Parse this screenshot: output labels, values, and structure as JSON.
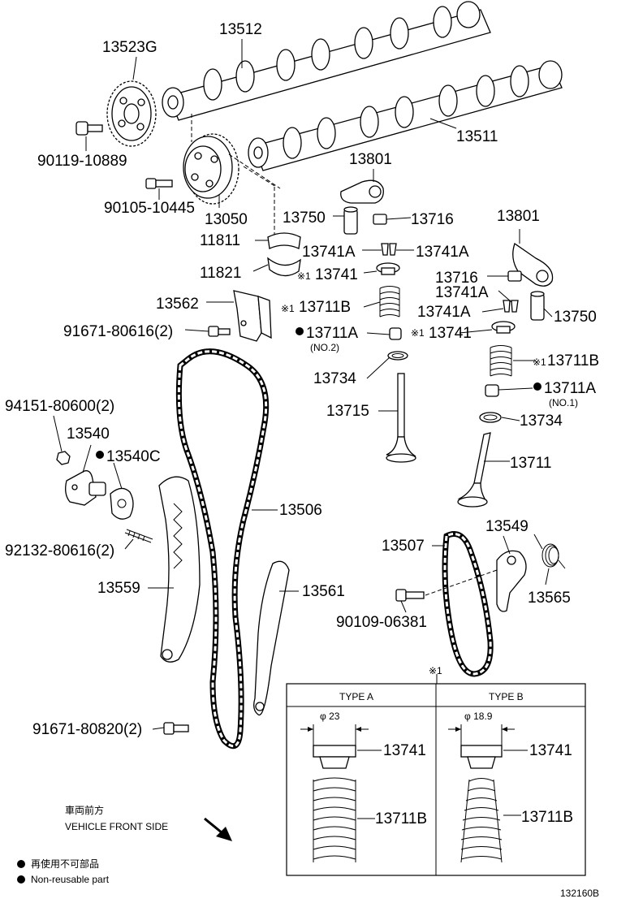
{
  "parts": {
    "camshaft_no2": "13512",
    "cam_sprocket": "13523G",
    "bolt_sprocket": "90119-10889",
    "camshaft_no1": "13511",
    "bolt_vvt": "90105-10445",
    "vvt_gear": "13050",
    "bearing_upper": "11811",
    "bearing_lower": "11821",
    "rocker_upper": "13801",
    "lash_adjuster_upper": "13750",
    "valve_stem_cap_upper": "13716",
    "keeper_upper_left": "13741A",
    "keeper_upper_right": "13741A",
    "retainer_upper": "13741",
    "spring_upper": "13711B",
    "rocker_right": "13801",
    "valve_stem_cap_right": "13716",
    "keeper_right_1": "13741A",
    "keeper_right_2": "13741A",
    "lash_adjuster_right": "13750",
    "chain_damper_2": "13562",
    "bolt_damper_2": "91671-80616(2)",
    "oil_seal_no2": "13711A",
    "no2_note": "(NO.2)",
    "retainer_right": "13741",
    "seat_upper": "13734",
    "spring_right": "13711B",
    "valve_exhaust": "13715",
    "oil_seal_no1": "13711A",
    "no1_note": "(NO.1)",
    "seat_right": "13734",
    "valve_intake": "13711",
    "nut_tensioner": "94151-80600(2)",
    "tensioner": "13540",
    "gasket_tensioner": "13540C",
    "stud_tensioner": "92132-80616(2)",
    "chain_main": "13506",
    "slipper": "13559",
    "damper_main": "13561",
    "chain_no2": "13507",
    "tensioner_arm": "13549",
    "spring_arm": "13565",
    "bolt_arm": "90109-06381",
    "bolt_main": "91671-80820(2)"
  },
  "marks": {
    "kome": "※",
    "kome1": "※1"
  },
  "inset": {
    "type_a": "TYPE A",
    "type_b": "TYPE B",
    "dim_a": "φ 23",
    "dim_b": "φ 18.9",
    "retainer_a": "13741",
    "spring_a": "13711B",
    "retainer_b": "13741",
    "spring_b": "13711B"
  },
  "direction": {
    "ja": "車両前方",
    "en": "VEHICLE FRONT SIDE"
  },
  "legend": {
    "ja": "再使用不可部品",
    "en": "Non-reusable part"
  },
  "figure_id": "132160B"
}
